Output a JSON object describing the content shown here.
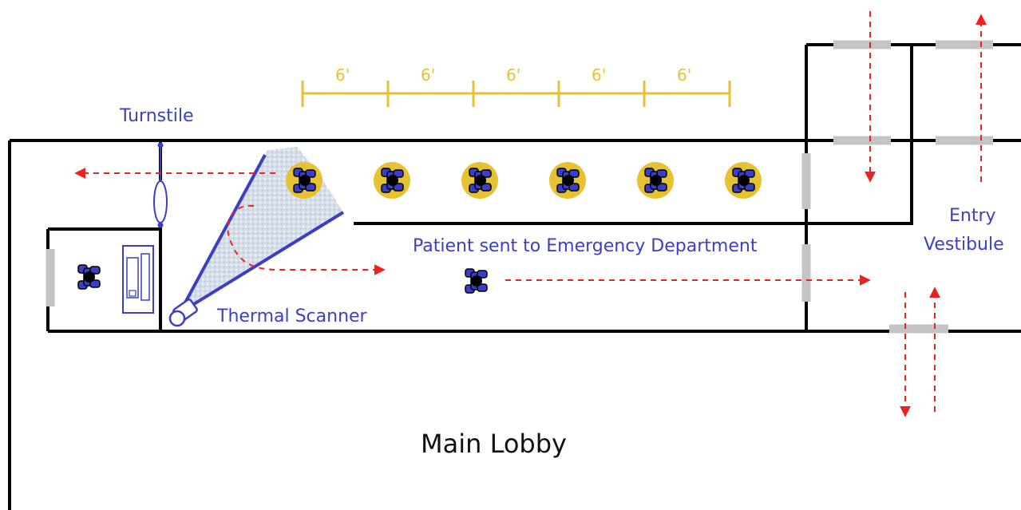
{
  "labels": {
    "turnstile": "Turnstile",
    "thermal_scanner": "Thermal Scanner",
    "patient_sent": "Patient sent to Emergency Department",
    "entry_line1": "Entry",
    "entry_line2": "Vestibule",
    "main_lobby": "Main Lobby"
  },
  "spacing": {
    "unit_label": "6'",
    "segments": [
      "6'",
      "6'",
      "6'",
      "6'",
      "6'"
    ]
  },
  "queue": {
    "people_count": 6
  },
  "colors": {
    "wall": "#000000",
    "label_blue": "#3b3fc4",
    "spacing_gold": "#e6c232",
    "flow_arrow": "#ee2020",
    "door": "#c4c4c4",
    "person_body": "#3a3fc8",
    "scanner_beam": "#c8d2e0"
  },
  "icons": [
    "person-icon",
    "thermal-camera-icon",
    "turnstile-icon",
    "desk-icon"
  ]
}
